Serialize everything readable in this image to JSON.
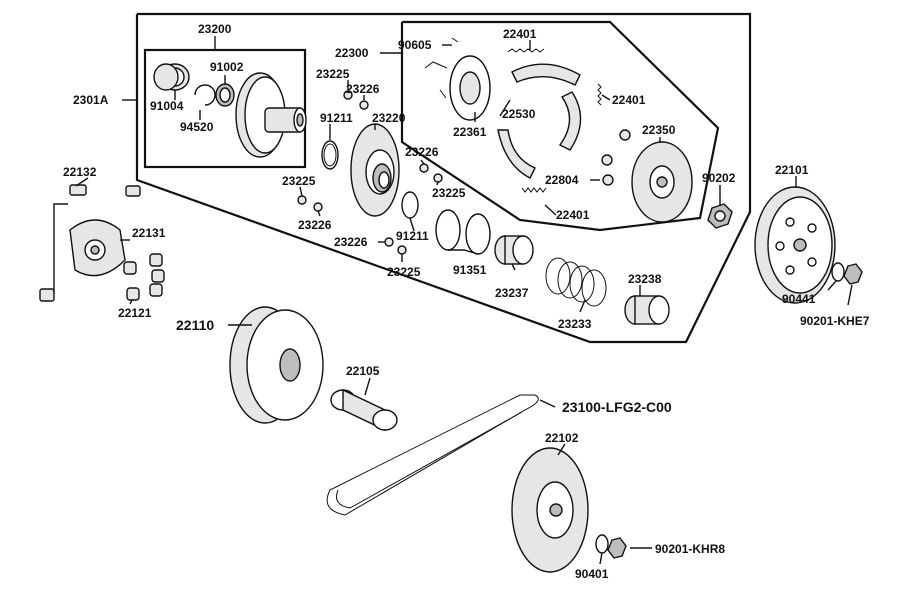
{
  "parts": {
    "p23200": "23200",
    "p91002": "91002",
    "p91004": "91004",
    "p94520": "94520",
    "p2301A": "2301A",
    "p22300": "22300",
    "p90605": "90605",
    "p22401a": "22401",
    "p22401b": "22401",
    "p22401c": "22401",
    "p23225a": "23225",
    "p23226a": "23226",
    "p91211a": "91211",
    "p23220": "23220",
    "p22530": "22530",
    "p22361": "22361",
    "p22350": "22350",
    "p22804": "22804",
    "p90202": "90202",
    "p23226b": "23226",
    "p23225b": "23225",
    "p23225c": "23225",
    "p23226c": "23226",
    "p23226d": "23226",
    "p91211b": "91211",
    "p91351": "91351",
    "p23225d": "23225",
    "p23237": "23237",
    "p23238": "23238",
    "p23233": "23233",
    "p22101": "22101",
    "p90441": "90441",
    "p90201khe7": "90201-KHE7",
    "p22132": "22132",
    "p22131": "22131",
    "p22121": "22121",
    "p22110": "22110",
    "p22105": "22105",
    "p23100": "23100-LFG2-C00",
    "p22102": "22102",
    "p90401": "90401",
    "p90201khr8": "90201-KHR8"
  }
}
